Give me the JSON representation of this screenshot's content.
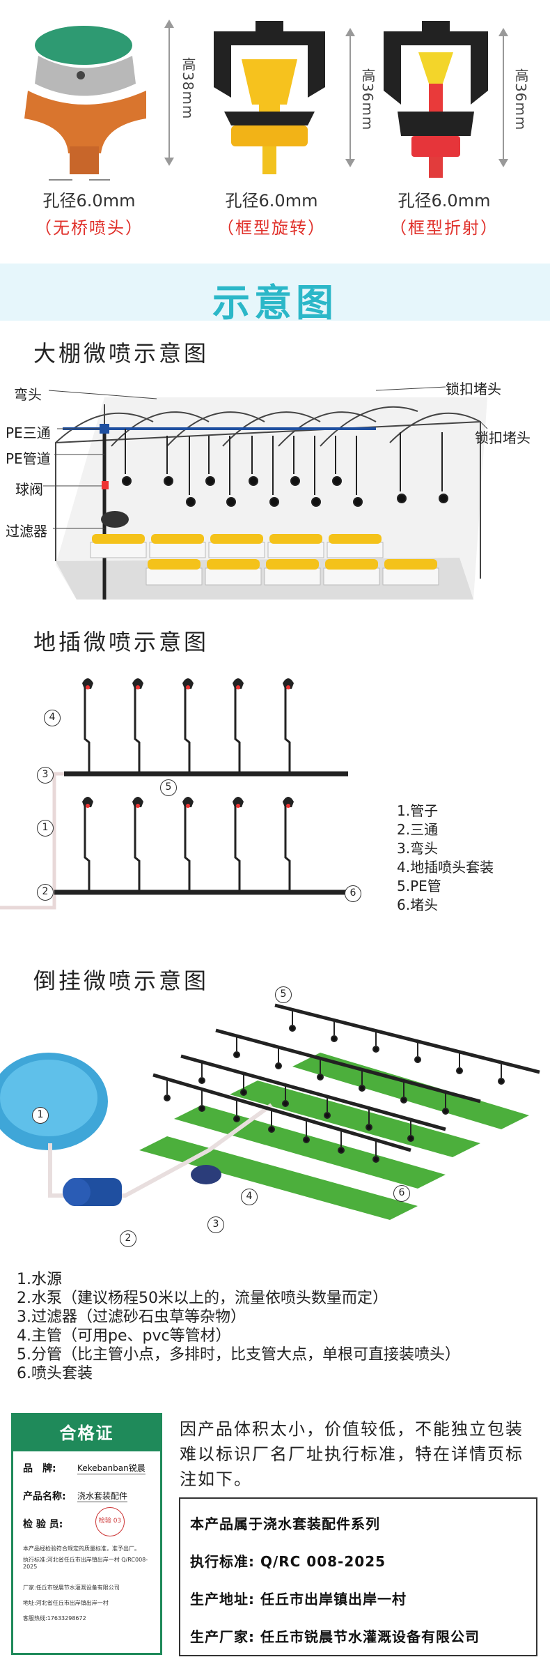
{
  "products": [
    {
      "height": "高38mm",
      "hole": "孔径6.0mm",
      "name": "（无桥喷头）"
    },
    {
      "height": "高36mm",
      "hole": "孔径6.0mm",
      "name": "（框型旋转）"
    },
    {
      "height": "高36mm",
      "hole": "孔径6.0mm",
      "name": "（框型折射）"
    }
  ],
  "banner": {
    "title": "示意图"
  },
  "greenhouse": {
    "title": "大棚微喷示意图",
    "labels": {
      "elbow": "弯头",
      "pe_tee": "PE三通",
      "pe_pipe": "PE管道",
      "ball_valve": "球阀",
      "filter": "过滤器",
      "lock_plug_1": "锁扣堵头",
      "lock_plug_2": "锁扣堵头"
    }
  },
  "ground": {
    "title": "地插微喷示意图",
    "legend": [
      "1.管子",
      "2.三通",
      "3.弯头",
      "4.地插喷头套装",
      "5.PE管",
      "6.堵头"
    ],
    "markers": [
      "1",
      "2",
      "3",
      "4",
      "5",
      "6"
    ]
  },
  "hanging": {
    "title": "倒挂微喷示意图",
    "markers": [
      "1",
      "2",
      "3",
      "4",
      "5",
      "6"
    ],
    "list": [
      "1.水源",
      "2.水泵（建议杨程50米以上的，流量依喷头数量而定）",
      "3.过滤器（过滤砂石虫草等杂物）",
      "4.主管（可用pe、pvc等管材）",
      "5.分管（比主管小点，多排时，比支管大点，单根可直接装喷头）",
      "6.喷头套装"
    ]
  },
  "certificate": {
    "title": "合格证",
    "brand_label": "品　牌:",
    "brand_value": "Kekebanban锐晨",
    "product_label": "产品名称:",
    "product_value": "浇水套装配件",
    "inspector_label": "检 验 员:",
    "stamp_text": "检验 03",
    "note": "本产品经检验符合规定的质量标准，准予出厂。",
    "standard_line": "执行标准:河北省任丘市出岸镇出岸一村    Q/RC008-2025",
    "maker_line": "厂家:任丘市锐晨节水灌溉设备有限公司",
    "address_line": "地址:河北省任丘市出岸镇出岸一村",
    "hotline": "客服热线:17633298672"
  },
  "notice": "因产品体积太小，价值较低，不能独立包装难以标识厂名厂址执行标准，特在详情页标注如下。",
  "info": {
    "series": "本产品属于浇水套装配件系列",
    "standard": "执行标准:  Q/RC 008-2025",
    "address": "生产地址:  任丘市出岸镇出岸一村",
    "maker": "生产厂家:  任丘市锐晨节水灌溉设备有限公司"
  },
  "colors": {
    "accent": "#2bb7c8",
    "red_text": "#e0302a",
    "cert_green": "#1f8a5a"
  }
}
